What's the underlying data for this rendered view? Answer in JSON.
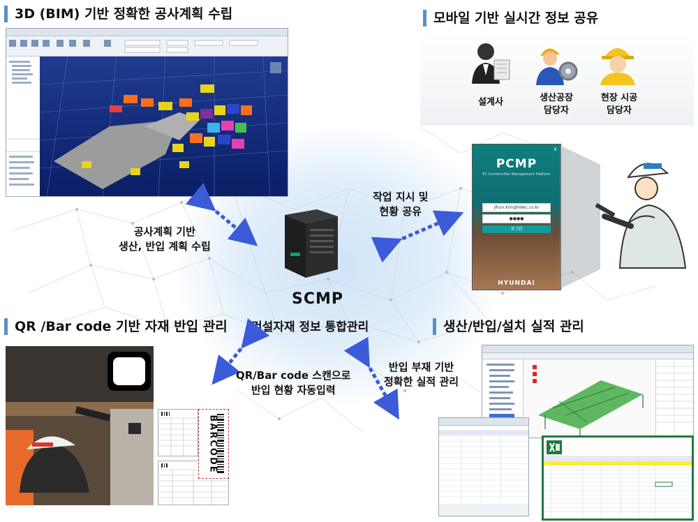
{
  "sections": {
    "bim_title": "3D (BIM) 기반 정확한 공사계획 수립",
    "mobile_title": "모바일 기반 실시간 정보 공유",
    "qr_title": "QR /Bar code 기반 자재 반입 관리",
    "production_title": "생산/반입/설치 실적 관리"
  },
  "roles": {
    "designer": "설계사",
    "factory_line1": "생산공장",
    "factory_line2": "담당자",
    "site_line1": "현장 시공",
    "site_line2": "담당자"
  },
  "center": {
    "name": "SCMP",
    "description": "건설자재 정보 통합관리"
  },
  "captions": {
    "plan_line1": "공사계획 기반",
    "plan_line2": "생산, 반입 계획 수립",
    "work_line1": "작업 지시 및",
    "work_line2": "현황 공유",
    "scan_line1": "QR/Bar code 스캔으로",
    "scan_line2": "반입 현황 자동입력",
    "perf_line1": "반입 부재 기반",
    "perf_line2": "정확한 실적 관리"
  },
  "phone_app": {
    "title": "PCMP",
    "subtitle": "PC Construction Management Platform",
    "email": "jihun.kim@hdec.co.kr",
    "password": "●●●●",
    "login_label": "로그인",
    "brand": "HYUNDAI",
    "close_glyph": "x"
  },
  "barcode_text": "BARCODE",
  "colors": {
    "accent": "#5b8fc7",
    "arrow": "#3b5bd9",
    "glow": "#cfe3f7",
    "phone_teal": "#0f7d7d"
  },
  "icons": [
    "designer-icon",
    "factory-worker-icon",
    "site-worker-icon",
    "server-icon",
    "helmet-worker-icon",
    "excel-icon"
  ]
}
